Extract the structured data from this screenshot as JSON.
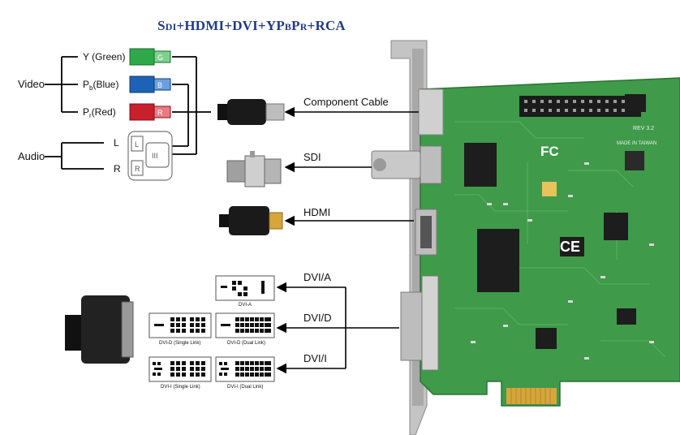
{
  "title": "Sdi+HDMI+DVI+YPbPr+RCA",
  "colors": {
    "title": "#1f3b86",
    "pcb": "#3f9a4a",
    "connector_green": "#2fa84a",
    "connector_blue": "#1d62b5",
    "connector_red": "#c8202c",
    "bracket": "#b8b8b8",
    "chip": "#1d1d1d",
    "gold": "#d6a63a"
  },
  "left_labels": {
    "video": "Video",
    "audio": "Audio",
    "y": "Y (Green)",
    "pb_main": "P",
    "pb_sub": "b",
    "pb_rest": "(Blue)",
    "pr_main": "P",
    "pr_sub": "r",
    "pr_rest": "(Red)",
    "l": "L",
    "r": "R"
  },
  "connector_letters": {
    "g": "G",
    "b": "B",
    "r": "R",
    "l": "L",
    "r2": "R",
    "iii": "III"
  },
  "cable_labels": {
    "component": "Component Cable",
    "sdi": "SDI",
    "hdmi": "HDMI",
    "dvi_a": "DVI/A",
    "dvi_d": "DVI/D",
    "dvi_i": "DVI/I"
  },
  "dvi_captions": {
    "dvi_a": "DVI-A",
    "dvi_d_single": "DVI-D (Single Link)",
    "dvi_d_dual": "DVI-D (Dual Link)",
    "dvi_i_single": "DVI-I (Single Link)",
    "dvi_i_dual": "DVI-I (Dual Link)"
  },
  "board_text": {
    "fc": "FC",
    "ce": "CE",
    "rev": "REV 3.2",
    "made": "MADE IN TAIWAN"
  }
}
